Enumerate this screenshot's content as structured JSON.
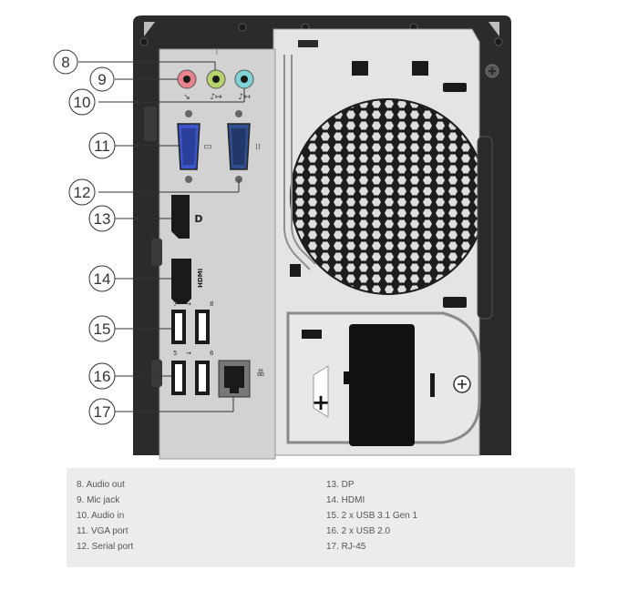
{
  "callouts": [
    {
      "number": "8",
      "description": "Audio out"
    },
    {
      "number": "9",
      "description": "Mic jack"
    },
    {
      "number": "10",
      "description": "Audio in"
    },
    {
      "number": "11",
      "description": "VGA port"
    },
    {
      "number": "12",
      "description": "Serial port"
    },
    {
      "number": "13",
      "description": "DP"
    },
    {
      "number": "14",
      "description": "HDMI"
    },
    {
      "number": "15",
      "description": "2 x USB 3.1 Gen 1"
    },
    {
      "number": "16",
      "description": "2 x USB 2.0"
    },
    {
      "number": "17",
      "description": "RJ-45"
    }
  ],
  "legend": {
    "left": [
      "8. Audio out",
      "9. Mic jack",
      "10. Audio in",
      "11. VGA port",
      "12. Serial port"
    ],
    "right": [
      "13. DP",
      "14. HDMI",
      "15. 2 x USB 3.1 Gen 1",
      "16. 2 x USB 2.0",
      "17. RJ-45"
    ]
  },
  "port_marks": {
    "usb_top_left": "7",
    "usb_top_right": "8",
    "usb_bottom_left": "5",
    "usb_bottom_right": "6",
    "hdmi_text": "HDMI"
  },
  "colors": {
    "chassis": "#2b2b2b",
    "io_panel": "#d4d4d4",
    "audio_out": "#b5d36a",
    "mic": "#e8838e",
    "audio_in": "#7fd3d6",
    "vga": "#3a55c8",
    "serial": "#2f4f8f",
    "legend_bg": "#ececec"
  }
}
